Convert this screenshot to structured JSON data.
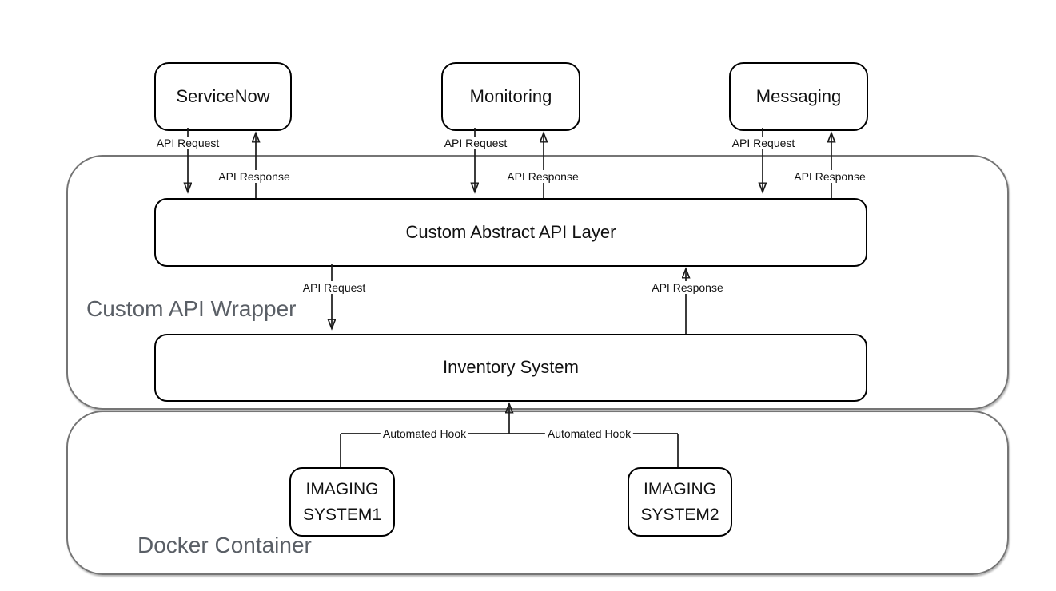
{
  "diagram": {
    "external_systems": [
      {
        "label": "ServiceNow"
      },
      {
        "label": "Monitoring"
      },
      {
        "label": "Messaging"
      }
    ],
    "wrapper": {
      "label": "Custom API Wrapper",
      "api_layer_label": "Custom Abstract API Layer",
      "inventory_label": "Inventory System"
    },
    "docker": {
      "label": "Docker Container",
      "imaging_systems": [
        {
          "line1": "IMAGING",
          "line2": "SYSTEM1"
        },
        {
          "line1": "IMAGING",
          "line2": "SYSTEM2"
        }
      ]
    },
    "edge_labels": {
      "api_request": "API Request",
      "api_response": "API Response",
      "automated_hook": "Automated Hook"
    },
    "colors": {
      "background": "#ffffff",
      "container_border": "#757575",
      "container_label": "#5a5f66",
      "box_border": "#000000",
      "line": "#1a1a1a",
      "text": "#111111"
    }
  }
}
